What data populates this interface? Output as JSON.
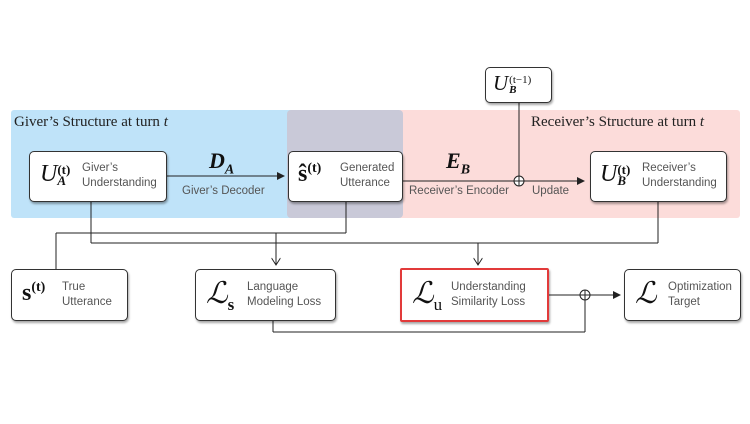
{
  "regions": {
    "giver_label": "Giver’s Structure at turn",
    "giver_var": "t",
    "receiver_label": "Receiver’s Structure at turn",
    "receiver_var": "t"
  },
  "nodes": {
    "ua": {
      "symbol": "U",
      "sub": "A",
      "sup": "(t)",
      "caption": [
        "Giver’s",
        "Understanding"
      ]
    },
    "shat": {
      "symbol": "ŝ",
      "sup": "(t)",
      "caption": [
        "Generated",
        "Utterance"
      ]
    },
    "ub": {
      "symbol": "U",
      "sub": "B",
      "sup": "(t)",
      "caption": [
        "Receiver’s",
        "Understanding"
      ]
    },
    "ub_prev": {
      "symbol": "U",
      "sub": "B",
      "sup": "(t−1)"
    },
    "s": {
      "symbol": "s",
      "sup": "(t)",
      "caption": [
        "True",
        "Utterance"
      ]
    },
    "ls": {
      "symbol": "ℒ",
      "sub": "s",
      "caption": [
        "Language",
        "Modeling Loss"
      ]
    },
    "lu": {
      "symbol": "ℒ",
      "sub": "u",
      "caption": [
        "Understanding",
        "Similarity Loss"
      ]
    },
    "l": {
      "symbol": "ℒ",
      "caption": [
        "Optimization",
        "Target"
      ]
    }
  },
  "edges": {
    "decoder": {
      "symbol": "D",
      "sub": "A",
      "label": "Giver’s Decoder"
    },
    "encoder": {
      "symbol": "E",
      "sub": "B",
      "label": "Receiver’s Encoder"
    },
    "update_label": "Update"
  },
  "colors": {
    "giver_region": "#bfe3f9",
    "generated_region": "#c9c9d8",
    "receiver_region": "#fcdcda",
    "highlight_border": "#e23a3a"
  }
}
